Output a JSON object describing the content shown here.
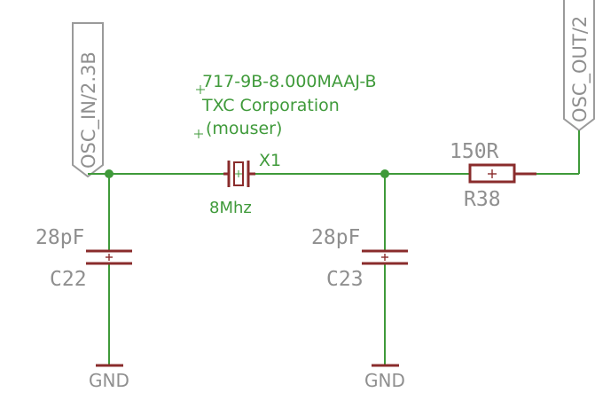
{
  "schematic": {
    "net_labels": {
      "osc_in": "OSC_IN/2.3B",
      "osc_out": "OSC_OUT/2"
    },
    "crystal": {
      "name": "X1",
      "value": "8Mhz",
      "part_number": "717-9B-8.000MAAJ-B",
      "manufacturer": "TXC Corporation",
      "supplier": "(mouser)"
    },
    "capacitors": [
      {
        "name": "C22",
        "value": "28pF"
      },
      {
        "name": "C23",
        "value": "28pF"
      }
    ],
    "resistor": {
      "name": "R38",
      "value": "150R"
    },
    "grounds": [
      {
        "label": "GND"
      },
      {
        "label": "GND"
      }
    ],
    "colors": {
      "wire": "#3f9a3a",
      "component": "#8a2c2c",
      "label": "#8f8f8f",
      "net_label_outline": "#9a9a9a"
    }
  }
}
